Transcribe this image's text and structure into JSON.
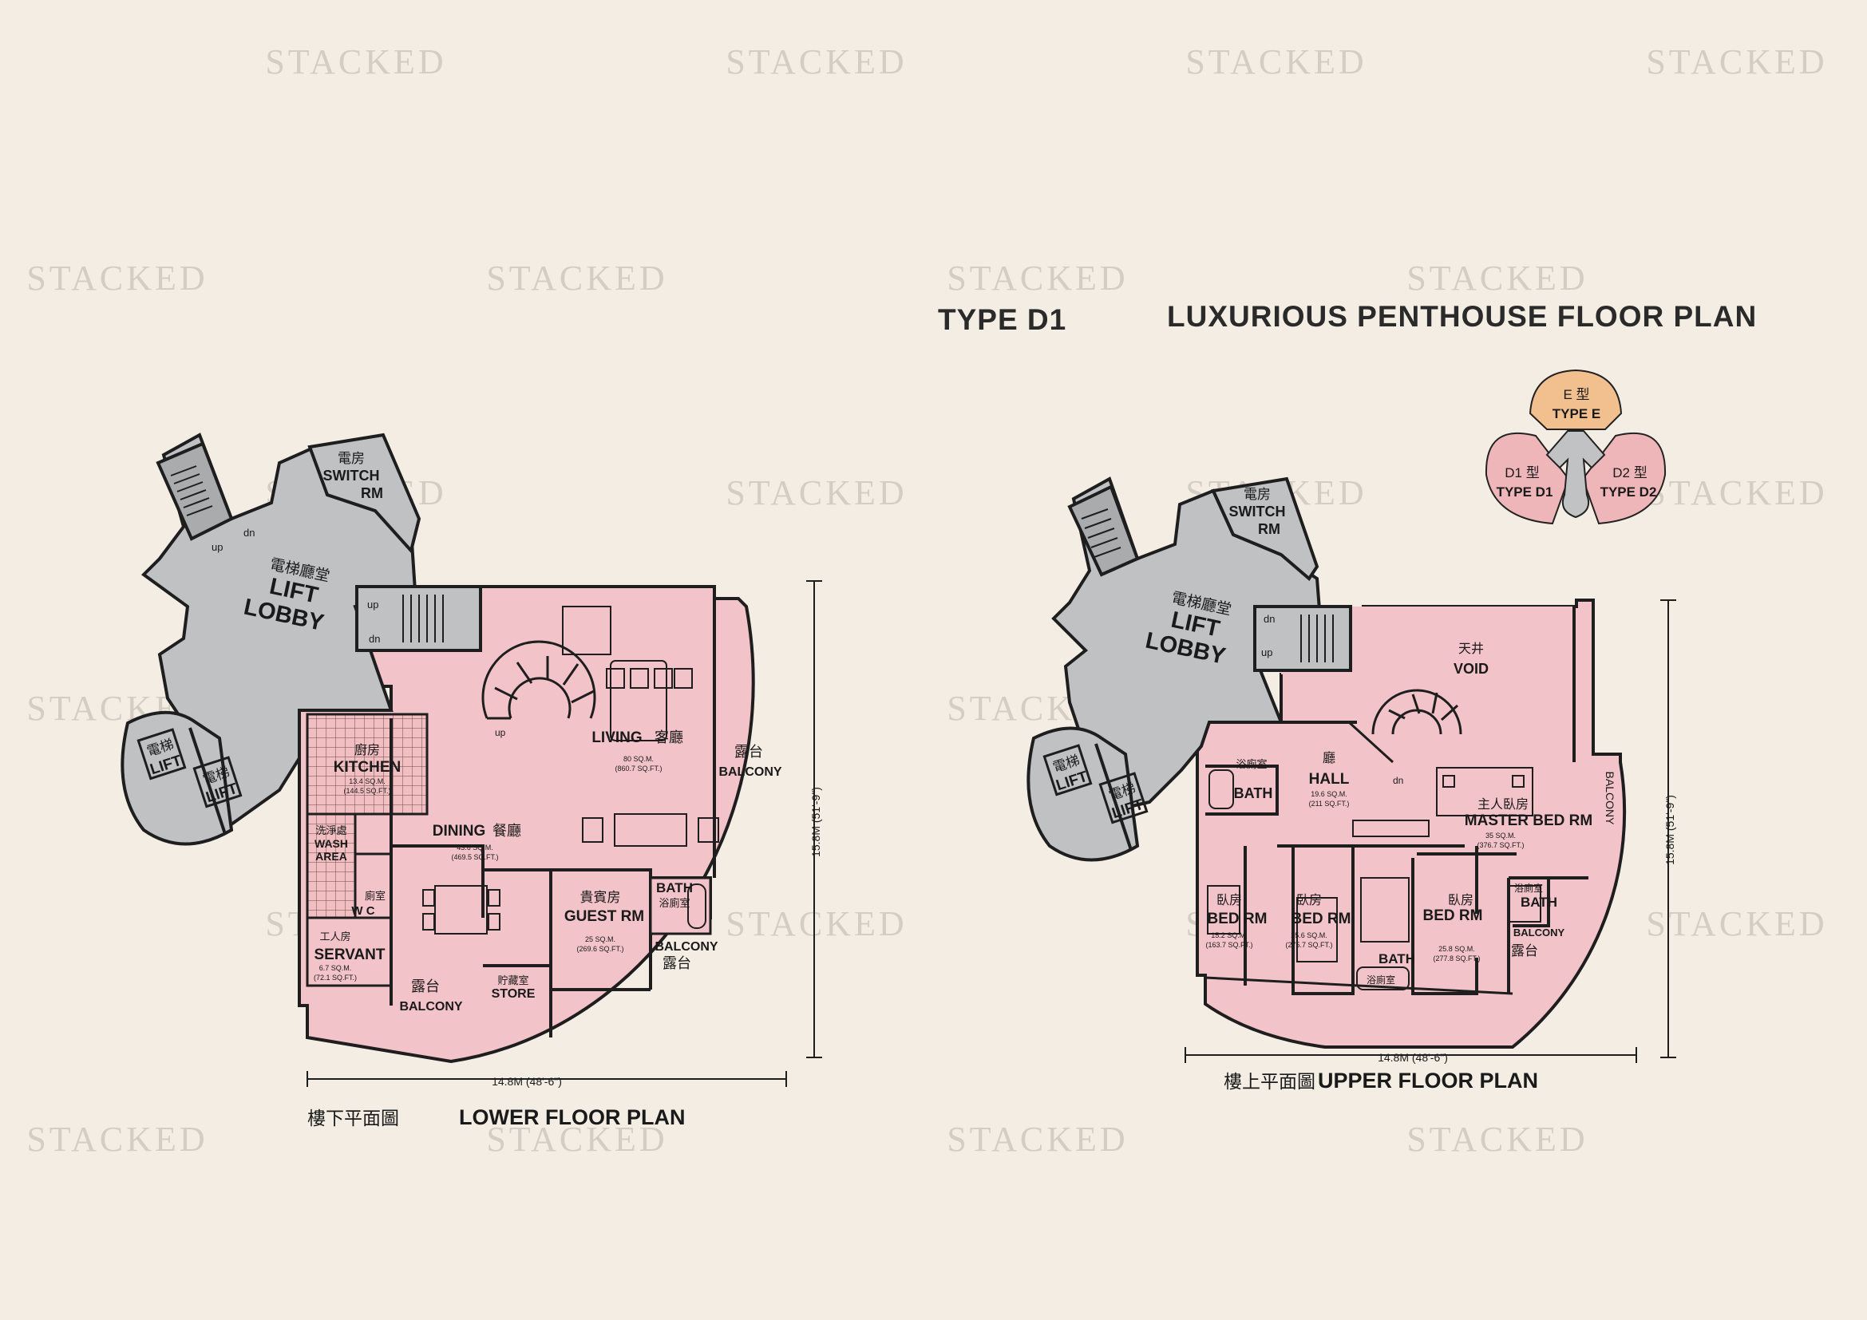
{
  "watermark": "STACKED",
  "header": {
    "type_label": "TYPE D1",
    "title": "LUXURIOUS PENTHOUSE FLOOR PLAN"
  },
  "key_plan": {
    "e_zh": "E 型",
    "e_en": "TYPE E",
    "d1_zh": "D1 型",
    "d1_en": "TYPE D1",
    "d2_zh": "D2 型",
    "d2_en": "TYPE D2"
  },
  "lower": {
    "caption_zh": "樓下平面圖",
    "caption_en": "LOWER FLOOR PLAN",
    "width_dim": "14.8M (48'-6\")",
    "depth_dim": "15.8M (51'-9\")",
    "switch_zh": "電房",
    "switch_en1": "SWITCH",
    "switch_en2": "RM",
    "lobby_zh": "電梯廳堂",
    "lobby_en1": "LIFT",
    "lobby_en2": "LOBBY",
    "lift_zh": "電梯",
    "lift_en": "LIFT",
    "stair_up": "up",
    "stair_dn": "dn",
    "kitchen_zh": "廚房",
    "kitchen_en": "KITCHEN",
    "kitchen_sqm": "13.4 SQ.M.",
    "kitchen_sqft": "(144.5 SQ.FT.)",
    "wash_zh": "洗淨處",
    "wash_en1": "WASH",
    "wash_en2": "AREA",
    "wc_zh": "廁室",
    "wc_en": "W C",
    "servant_zh": "工人房",
    "servant_en": "SERVANT",
    "servant_sqm": "6.7 SQ.M.",
    "servant_sqft": "(72.1 SQ.FT.)",
    "living_en": "LIVING",
    "living_zh": "客廳",
    "living_sqm": "80 SQ.M.",
    "living_sqft": "(860.7 SQ.FT.)",
    "dining_en": "DINING",
    "dining_zh": "餐廳",
    "dining_sqm": "43.6 SQ.M.",
    "dining_sqft": "(469.5 SQ.FT.)",
    "guest_zh": "貴賓房",
    "guest_en": "GUEST RM",
    "guest_sqm": "25 SQ.M.",
    "guest_sqft": "(269.6 SQ.FT.)",
    "bath_en": "BATH",
    "bath_zh": "浴廁室",
    "balcony_zh": "露台",
    "balcony_en": "BALCONY",
    "store_zh": "貯藏室",
    "store_en": "STORE"
  },
  "upper": {
    "caption_zh": "樓上平面圖",
    "caption_en": "UPPER FLOOR PLAN",
    "width_dim": "14.8M (48'-6\")",
    "depth_dim": "15.8M (51'-9\")",
    "void_zh": "天井",
    "void_en": "VOID",
    "hall_zh": "廳",
    "hall_en": "HALL",
    "hall_sqm": "19.6 SQ.M.",
    "hall_sqft": "(211 SQ.FT.)",
    "master_zh": "主人臥房",
    "master_en": "MASTER BED RM",
    "master_sqm": "35 SQ.M.",
    "master_sqft": "(376.7 SQ.FT.)",
    "bed_zh": "臥房",
    "bed_en": "BED RM",
    "bed1_sqm": "15.2 SQ.M.",
    "bed1_sqft": "(163.7 SQ.FT.)",
    "bed2_sqm": "25.6 SQ.M.",
    "bed2_sqft": "(275.7 SQ.FT.)",
    "bed3_sqm": "25.8 SQ.M.",
    "bed3_sqft": "(277.8 SQ.FT.)",
    "bath_en": "BATH",
    "bath_zh": "浴廁室",
    "balcony_zh": "露台",
    "balcony_en": "BALCONY",
    "stair_up": "up",
    "stair_dn": "dn"
  }
}
